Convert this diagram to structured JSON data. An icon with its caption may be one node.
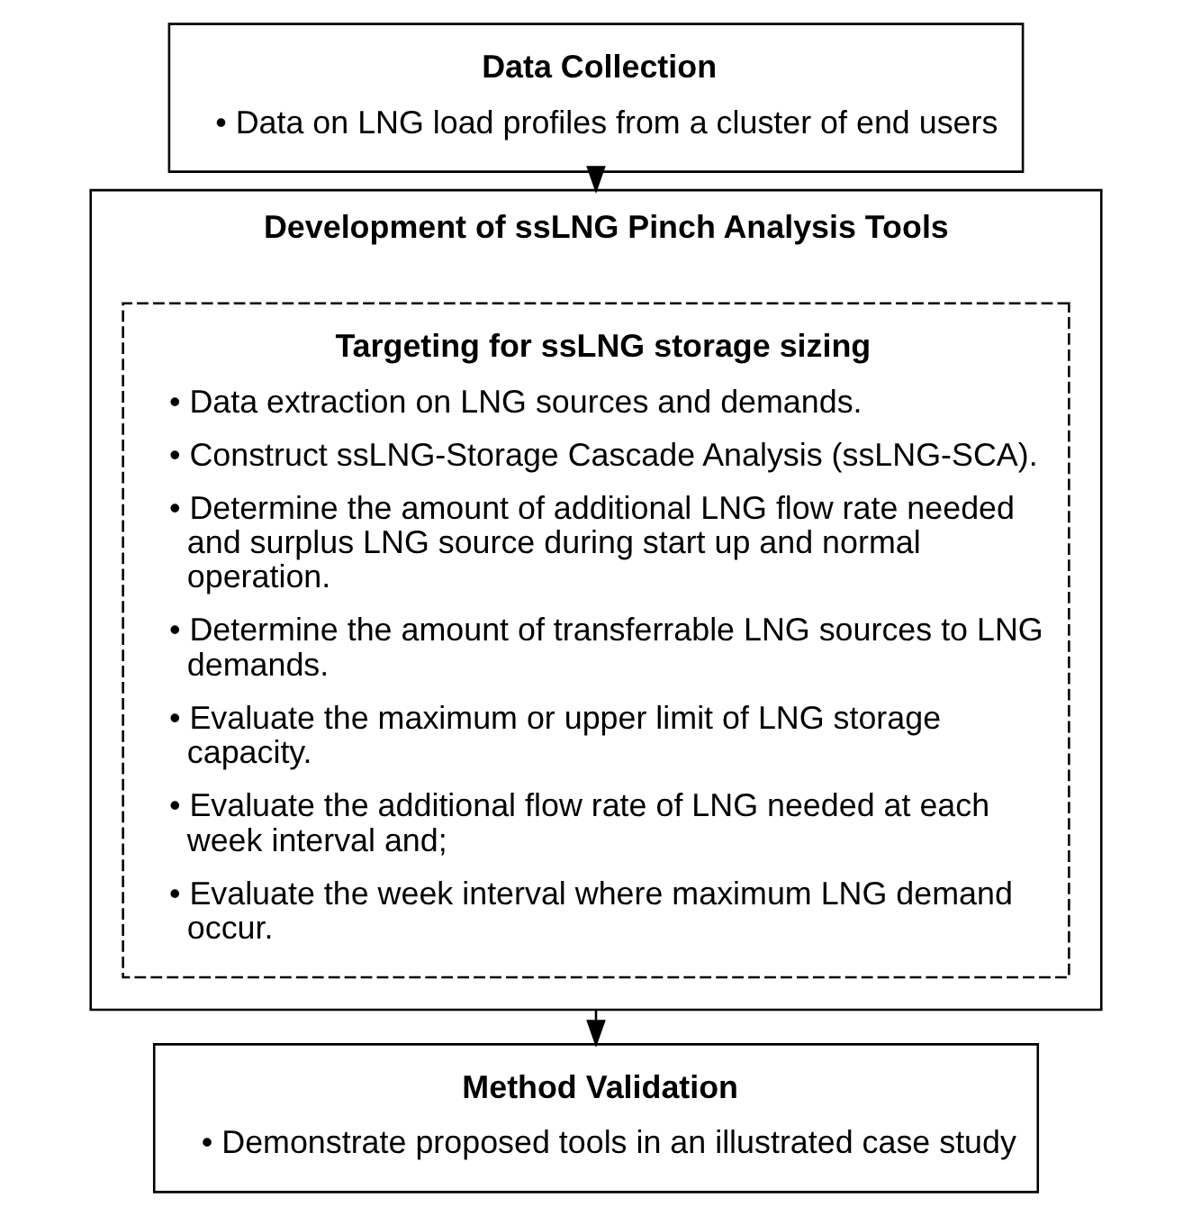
{
  "diagram": {
    "nodes": [
      {
        "text": [
          "Data Collection",
          "• Data on LNG load profiles from a cluster of end users"
        ]
      },
      {
        "text": [
          "Development of ssLNG Pinch Analysis Tools"
        ]
      },
      {
        "text": [
          "Targeting for ssLNG storage sizing",
          "• Data extraction on LNG sources and demands.",
          "• Construct ssLNG-Storage Cascade Analysis (ssLNG-SCA).",
          "• Determine the amount of additional LNG flow rate needed and surplus LNG source during start up and normal operation.",
          "• Determine the amount of transferrable LNG sources to LNG demands.",
          "• Evaluate the maximum or upper limit of LNG storage capacity.",
          "• Evaluate the additional flow rate of LNG needed at each week interval and;",
          "• Evaluate the week interval where maximum LNG demand occur."
        ],
        "in": 1
      },
      {
        "text": [
          "Method Validation",
          "• Demonstrate proposed tools in an illustrated case study"
        ]
      }
    ],
    "edges": [
      {
        "from": 0,
        "to": 1,
        "arrow": "to"
      },
      {
        "from": 1,
        "to": 3,
        "arrow": "to"
      }
    ]
  }
}
